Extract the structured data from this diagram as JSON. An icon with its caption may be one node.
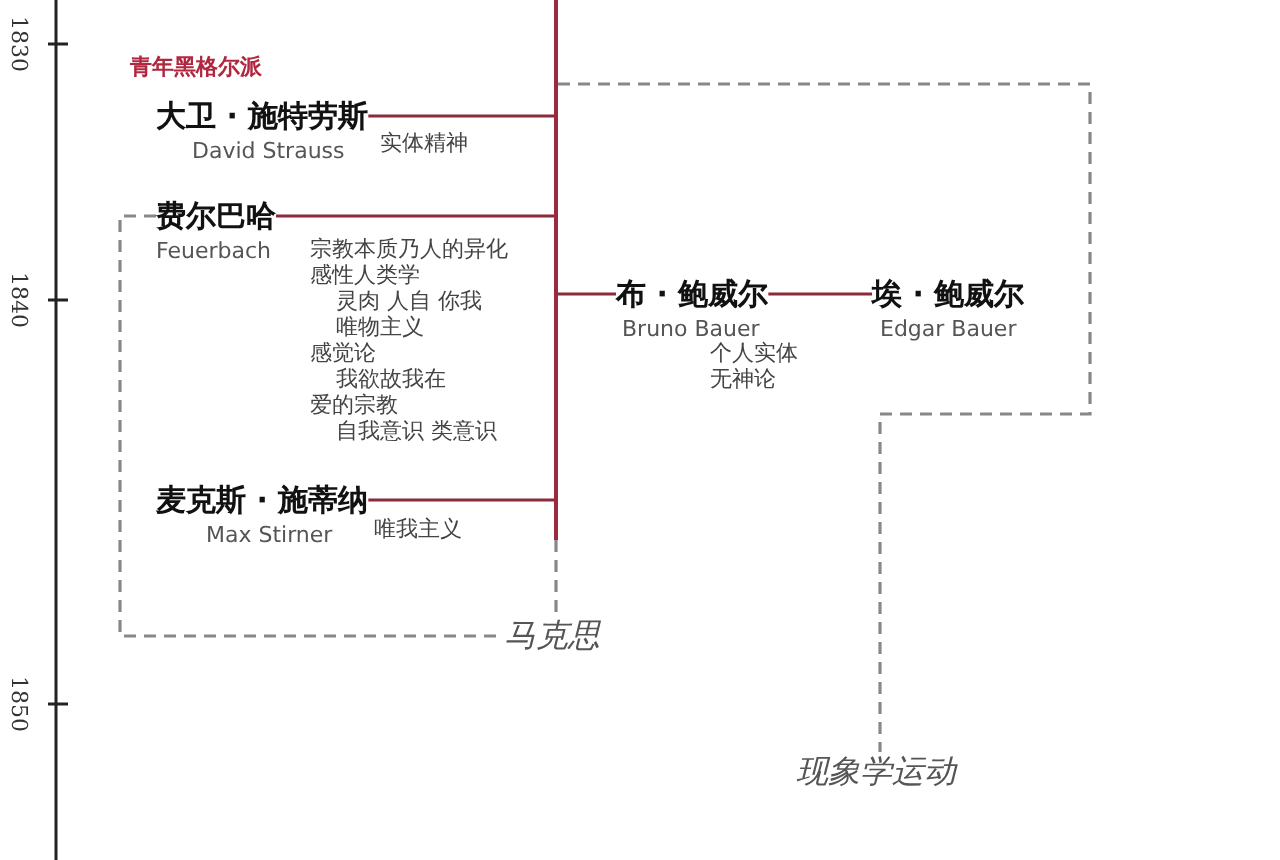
{
  "diagram": {
    "nodes": [
      {
        "text": [
          "大卫 · 施特劳斯",
          "David Strauss"
        ],
        "beside": [
          "实体精神"
        ]
      },
      {
        "text": [
          "费尔巴哈",
          "Feuerbach"
        ],
        "beside": [
          "宗教本质乃人的异化",
          "感性人类学",
          "灵肉 人自 你我",
          "唯物主义",
          "感觉论",
          "我欲故我在",
          "爱的宗教",
          "自我意识 类意识"
        ]
      },
      {
        "text": [
          "布 · 鲍威尔",
          "Bruno Bauer"
        ],
        "beside": [
          "个人实体",
          "无神论"
        ]
      },
      {
        "text": [
          "埃 · 鲍威尔",
          "Edgar Bauer"
        ]
      },
      {
        "text": [
          "麦克斯 · 施蒂纳",
          "Max Stirner"
        ],
        "beside": [
          "唯我主义"
        ]
      },
      {
        "text": [
          "马克思"
        ]
      },
      {
        "text": [
          "现象学运动"
        ]
      },
      {
        "text": [],
        "shape": "bar"
      }
    ],
    "edges": [
      {
        "from": 0,
        "to": 7,
        "arrow": "none"
      },
      {
        "from": 1,
        "to": 7,
        "arrow": "none"
      },
      {
        "from": 4,
        "to": 7,
        "arrow": "none"
      },
      {
        "from": 7,
        "to": 2,
        "arrow": "none"
      },
      {
        "from": 2,
        "to": 3,
        "arrow": "none"
      },
      {
        "from": 7,
        "to": 6,
        "arrow": "none",
        "style": "dashed",
        "color": "#888888"
      },
      {
        "from": 1,
        "to": 5,
        "arrow": "none",
        "style": "dashed",
        "color": "#888888"
      },
      {
        "from": 7,
        "to": 5,
        "arrow": "none",
        "style": "dashed",
        "color": "#888888"
      }
    ],
    "labels": [
      "1830",
      "青年黑格尔派",
      "1840",
      "1850"
    ]
  }
}
